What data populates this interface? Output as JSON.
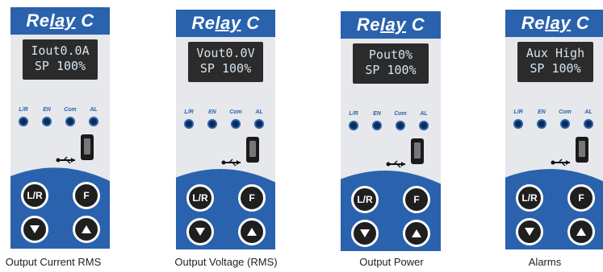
{
  "brand": {
    "part1": "Re",
    "part2": "lay",
    "part3": " C"
  },
  "led_labels": [
    "L/R",
    "EN",
    "Com",
    "AL"
  ],
  "button_labels": {
    "lr": "L/R",
    "f": "F"
  },
  "colors": {
    "panel": "#e6e8ec",
    "accent": "#2a62ad",
    "lcd": "#2b2b2b",
    "lcd_text": "#d6e3ee"
  },
  "icons": {
    "usb": "usb-icon",
    "down": "triangle-down-icon",
    "up": "triangle-up-icon"
  },
  "devices": [
    {
      "line1": "Iout0.0A",
      "line2": "SP 100%",
      "caption": "Output Current RMS"
    },
    {
      "line1": "Vout0.0V",
      "line2": "SP 100%",
      "caption": "Output Voltage (RMS)"
    },
    {
      "line1": "Pout0%",
      "line2": "SP 100%",
      "caption": "Output Power"
    },
    {
      "line1": "Aux High",
      "line2": "SP 100%",
      "caption": "Alarms"
    }
  ]
}
